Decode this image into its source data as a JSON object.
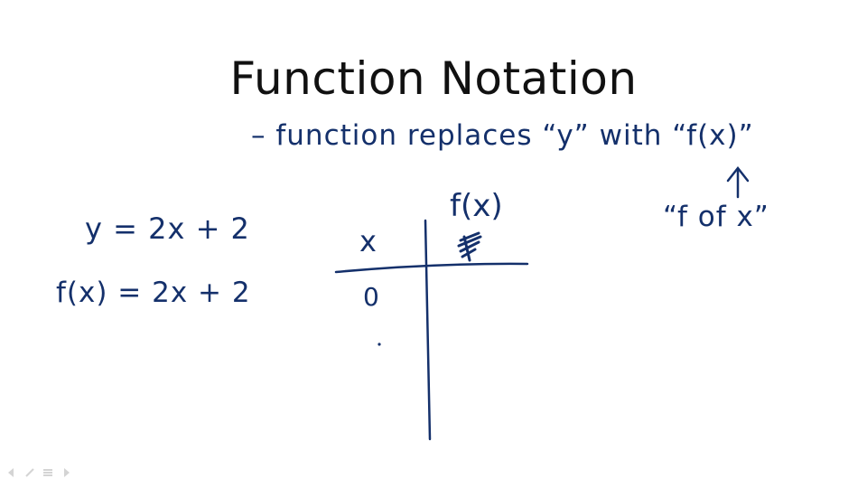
{
  "slide": {
    "title": "Function Notation",
    "note_line": "– function replaces “y” with “f(x)”",
    "note_reading": "“f of x”",
    "equation_y": "y = 2x + 2",
    "equation_fx": "f(x) = 2x + 2",
    "table": {
      "headers": [
        "x",
        "f(x)"
      ],
      "rows": [
        [
          "0",
          ""
        ]
      ]
    }
  },
  "colors": {
    "ink": "#14306b",
    "title": "#111111",
    "background": "#ffffff",
    "controls": "#d4d4d4"
  },
  "icons": {
    "controls": [
      "previous-icon",
      "pen-icon",
      "menu-icon",
      "next-icon"
    ]
  }
}
